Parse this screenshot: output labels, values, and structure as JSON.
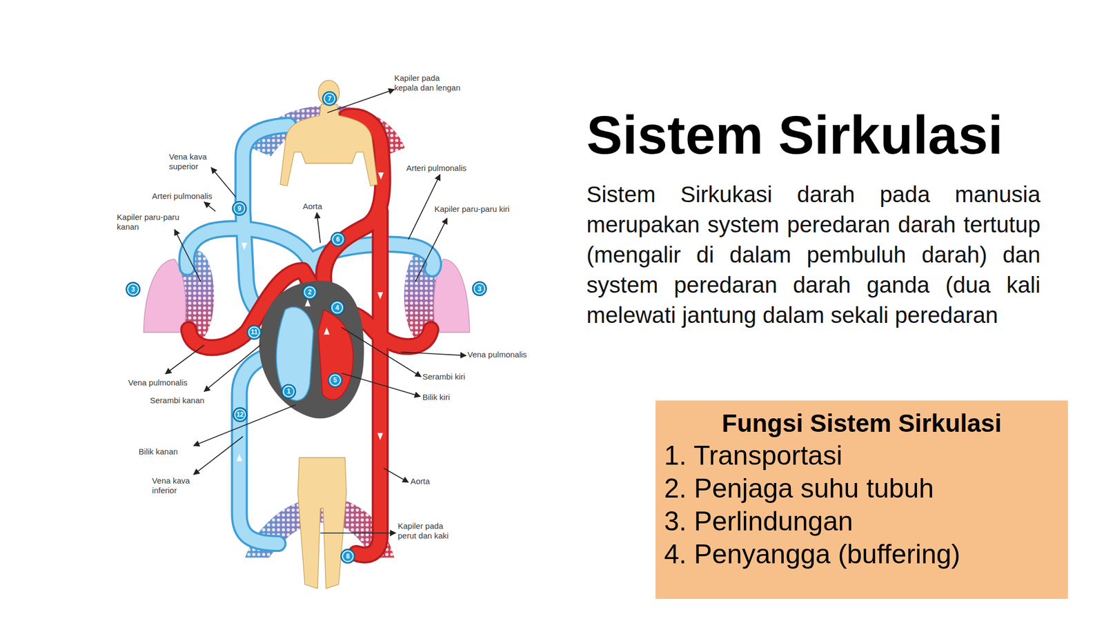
{
  "diagram": {
    "title": "Sistem Sirkulasi",
    "nodes": [
      {
        "text": [
          "Fungsi Sistem Sirkulasi",
          "1. Transportasi",
          "2. Penjaga suhu tubuh",
          "3. Perlindungan",
          "4. Penyangga (buffering)"
        ]
      }
    ],
    "labels": [
      "Kapiler pada kepala dan lengan",
      "7",
      "Vena kava superior",
      "Arteri pulmonalis",
      "9",
      "Aorta",
      "Arteri pulmonalis",
      "Kapiler paru-paru kanan",
      "6",
      "Kapiler paru-paru kiri",
      "3",
      "3",
      "2",
      "4",
      "11",
      "Vena pulmonalis",
      "Serambi kiri",
      "5",
      "Vena pulmonalis",
      "Bilik kiri",
      "Serambi kanan",
      "1",
      "12",
      "Bilik kanan",
      "Vena kava inferior",
      "Aorta",
      "Kapiler pada perut dan kaki",
      "8",
      "Sistem Sirkukasi darah pada manusia merupakan system peredaran darah tertutup (mengalir di dalam pembuluh darah) dan system peredaran darah ganda (dua kali melewati jantung dalam sekali peredaran"
    ]
  }
}
